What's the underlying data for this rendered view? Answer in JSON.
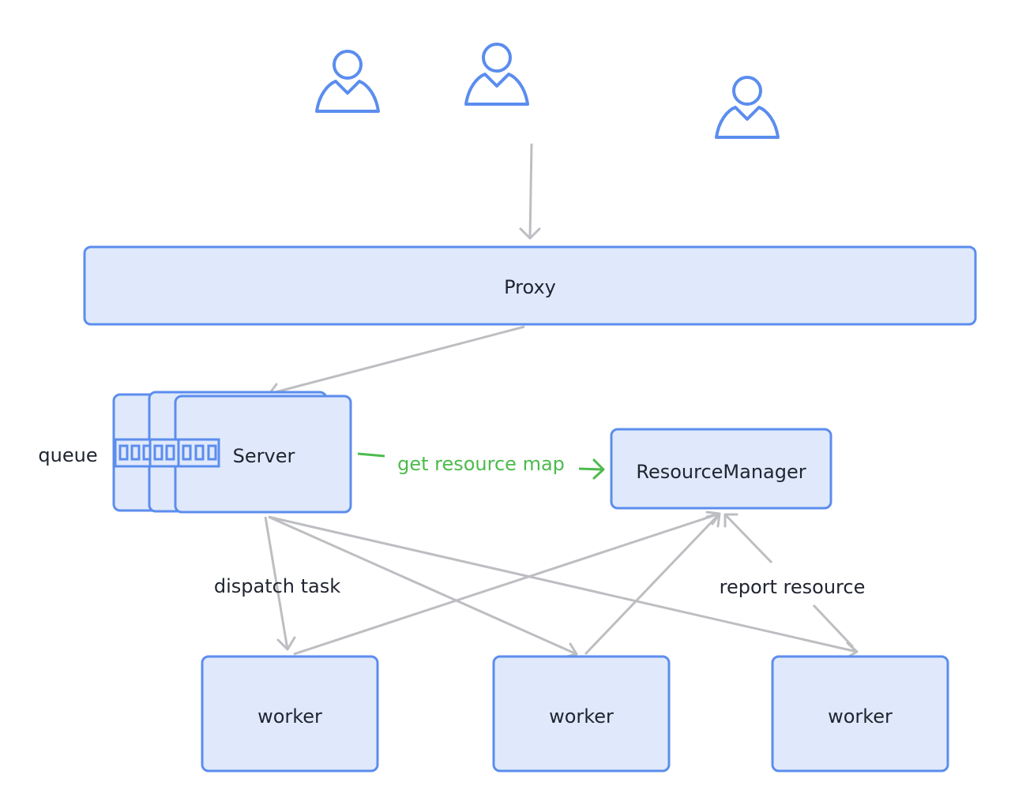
{
  "nodes": {
    "proxy": "Proxy",
    "server": "Server",
    "resource_manager": "ResourceManager",
    "workers": [
      "worker",
      "worker",
      "worker"
    ]
  },
  "labels": {
    "queue": "queue",
    "get_resource_map": "get resource map",
    "dispatch_task": "dispatch task",
    "report_resource": "report resource"
  },
  "users": [
    "user-icon",
    "user-icon",
    "user-icon"
  ],
  "colors": {
    "node_fill": "#e0e9fb",
    "node_stroke": "#5b8dee",
    "connector": "#bdbec2",
    "highlight_flow": "#4cbb4c",
    "text": "#1f2430"
  }
}
